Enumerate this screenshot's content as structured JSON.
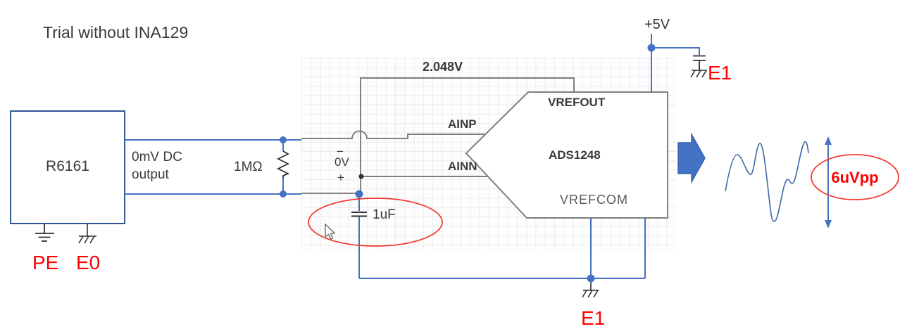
{
  "title": "Trial without INA129",
  "source_box": {
    "name": "R6161",
    "caption_line1": "0mV DC",
    "caption_line2": "output",
    "ground_pe": "PE",
    "ground_e0": "E0"
  },
  "input_network": {
    "resistor_value": "1MΩ",
    "source_minus": "−",
    "source_value": "0V",
    "source_plus": "+",
    "capacitor_value": "1uF"
  },
  "adc": {
    "part_number": "ADS1248",
    "vref_label": "2.048V",
    "pin_vrefout": "VREFOUT",
    "pin_ainp": "AINP",
    "pin_ainn": "AINN",
    "pin_vrefcom": "VREFCOM",
    "ground_label": "E1"
  },
  "power": {
    "rail_label": "+5V",
    "ground_label": "E1"
  },
  "output": {
    "noise_label": "6uVpp"
  },
  "colors": {
    "wire_blue": "#4472C4",
    "schematic_gray": "#808080",
    "box_outline_blue": "#2F5597",
    "annotation_red": "#FF0000"
  }
}
